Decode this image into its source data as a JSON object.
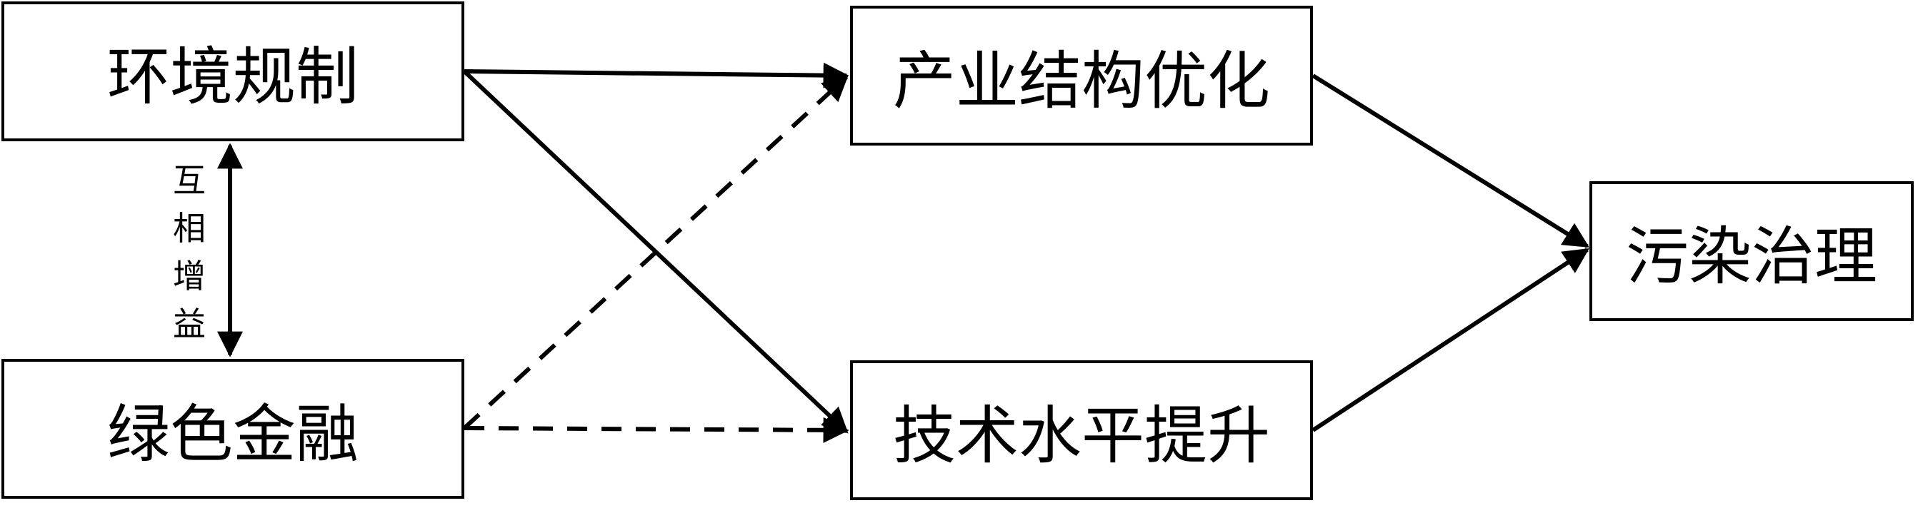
{
  "nodes": {
    "environmental_regulation": "环境规制",
    "green_finance": "绿色金融",
    "industrial_structure": "产业结构优化",
    "technology_level": "技术水平提升",
    "pollution_control": "污染治理"
  },
  "mutual_label": [
    "互",
    "相",
    "增",
    "益"
  ],
  "colors": {
    "stroke": "#000000",
    "background": "#ffffff"
  },
  "edges": [
    {
      "from": "environmental_regulation",
      "to": "industrial_structure",
      "style": "solid"
    },
    {
      "from": "environmental_regulation",
      "to": "technology_level",
      "style": "solid"
    },
    {
      "from": "green_finance",
      "to": "industrial_structure",
      "style": "dashed"
    },
    {
      "from": "green_finance",
      "to": "technology_level",
      "style": "dashed"
    },
    {
      "from": "industrial_structure",
      "to": "pollution_control",
      "style": "solid"
    },
    {
      "from": "technology_level",
      "to": "pollution_control",
      "style": "solid"
    },
    {
      "from": "environmental_regulation",
      "to": "green_finance",
      "style": "solid-bidirectional"
    }
  ]
}
